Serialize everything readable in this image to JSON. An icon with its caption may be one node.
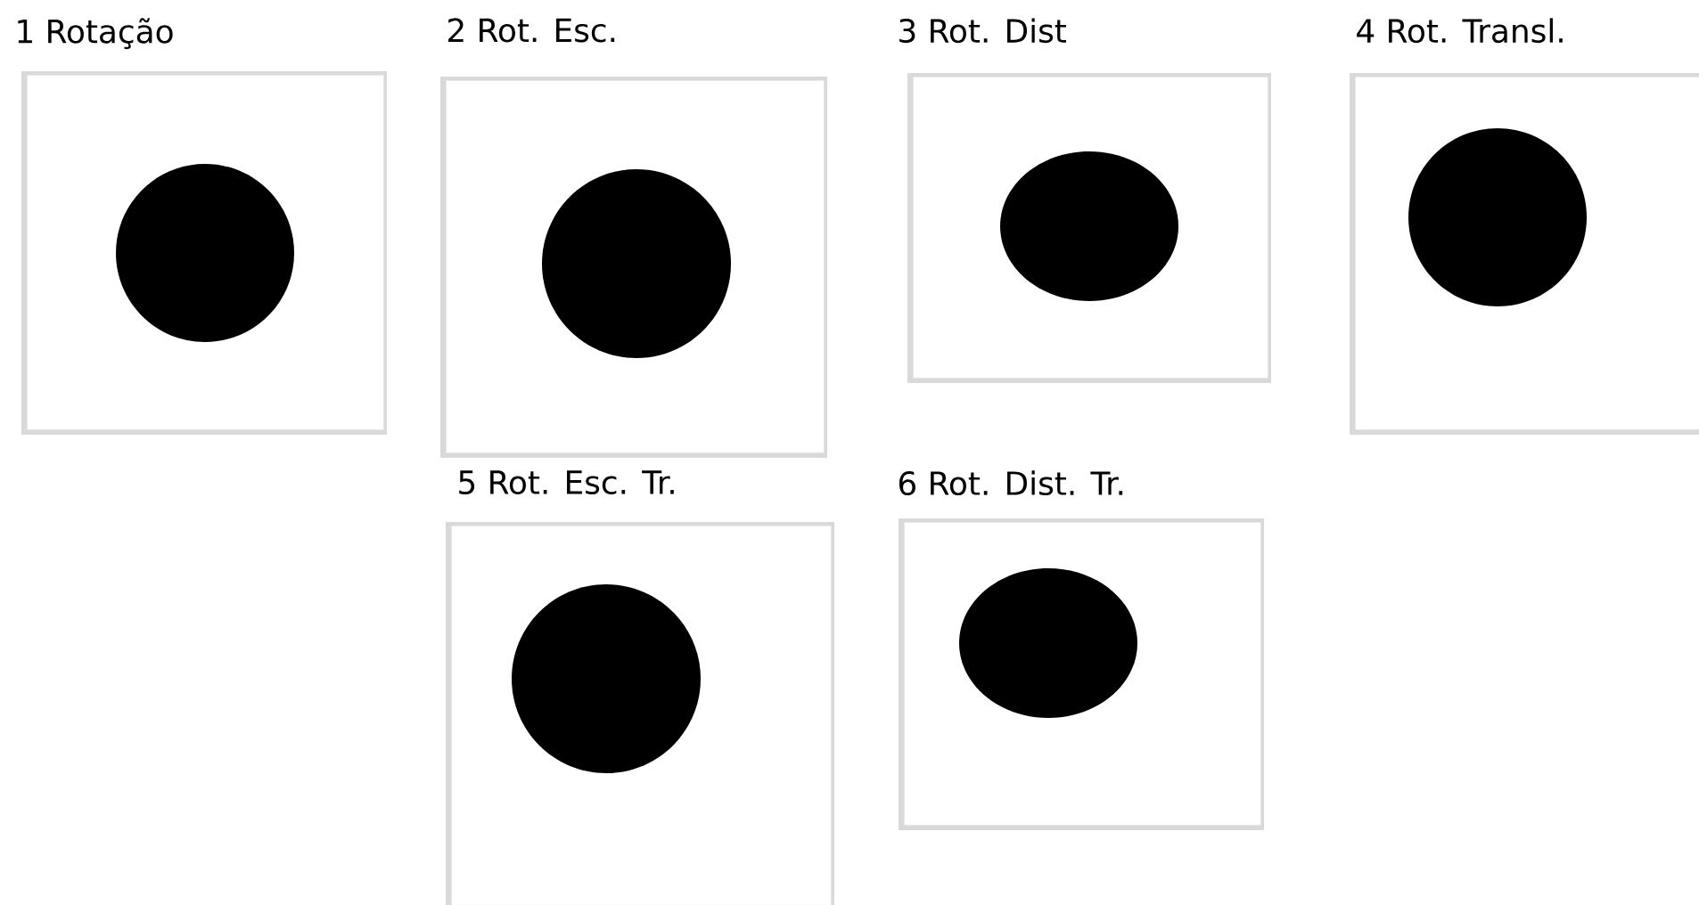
{
  "diagram": {
    "nodes": [
      {
        "text": [
          "1 Rotação"
        ]
      },
      {
        "text": [
          "2 Rot. Esc."
        ]
      },
      {
        "text": [
          "3 Rot. Dist"
        ]
      },
      {
        "text": [
          "4 Rot. Transl."
        ]
      },
      {
        "text": [
          "5 Rot. Esc. Tr."
        ]
      },
      {
        "text": [
          "6 Rot. Dist. Tr."
        ]
      }
    ]
  }
}
